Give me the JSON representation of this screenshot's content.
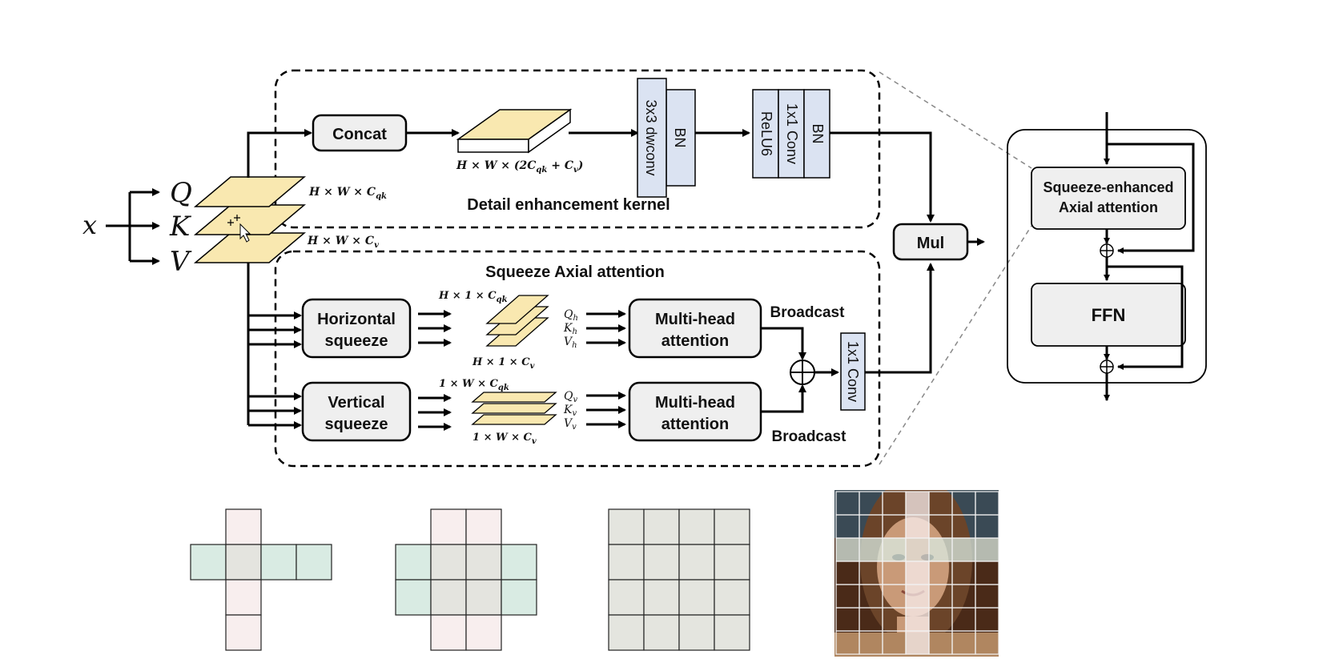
{
  "input": {
    "x": "x",
    "q": "Q",
    "k": "K",
    "v": "V"
  },
  "dims": {
    "qk": "H × W × C",
    "qk_sub": "qk",
    "v": "H × W × C",
    "v_sub": "v",
    "concat_out": "H × W × (2C",
    "concat_out_sub": "qk",
    "concat_out_tail": " + C",
    "concat_out_tail_sub": "v",
    "concat_out_close": ")",
    "h_top": "H × 1 × C",
    "h_top_sub": "qk",
    "h_bot": "H × 1 × C",
    "h_bot_sub": "v",
    "v_top": "1 × W × C",
    "v_top_sub": "qk",
    "v_bot": "1 × W × C",
    "v_bot_sub": "v"
  },
  "detail": {
    "title": "Detail enhancement kernel",
    "concat": "Concat",
    "dwconv": "3x3 dwconv",
    "bn1": "BN",
    "relu": "ReLU6",
    "conv1x1": "1x1 Conv",
    "bn2": "BN"
  },
  "axial": {
    "title": "Squeeze Axial attention",
    "horizontal_line1": "Horizontal",
    "horizontal_line2": "squeeze",
    "vertical_line1": "Vertical",
    "vertical_line2": "squeeze",
    "mha_line1": "Multi-head",
    "mha_line2": "attention",
    "broadcast": "Broadcast",
    "conv1x1": "1x1 Conv",
    "qh": "Q",
    "kh": "K",
    "vh": "V",
    "h_sub": "h",
    "qv": "Q",
    "kv": "K",
    "vv": "V",
    "v_sub": "v"
  },
  "mul": "Mul",
  "block": {
    "attn_line1": "Squeeze-enhanced",
    "attn_line2": "Axial attention",
    "ffn": "FFN"
  },
  "colors": {
    "plane": "#f9e8b0",
    "layer": "#dbe3f2",
    "box": "#efefef",
    "cross_vertical": "#f8eeee",
    "cross_horizontal": "#d9ebe3",
    "cross_overlap": "#e4e4df",
    "full_grid": "#e4e5df",
    "photo_skin": "#c99a78",
    "photo_hair": "#6b4429"
  },
  "patterns": {
    "p1": {
      "rows": 4,
      "cols": 4,
      "vcols": [
        1
      ],
      "hrows": [
        1
      ]
    },
    "p2": {
      "rows": 4,
      "cols": 4,
      "vcols": [
        1,
        2
      ],
      "hrows": [
        1,
        2
      ]
    },
    "p3": {
      "rows": 4,
      "cols": 4,
      "full": true
    },
    "p4": {
      "rows": 7,
      "cols": 7,
      "vcols": [
        3
      ],
      "hrows": [
        2
      ]
    }
  }
}
